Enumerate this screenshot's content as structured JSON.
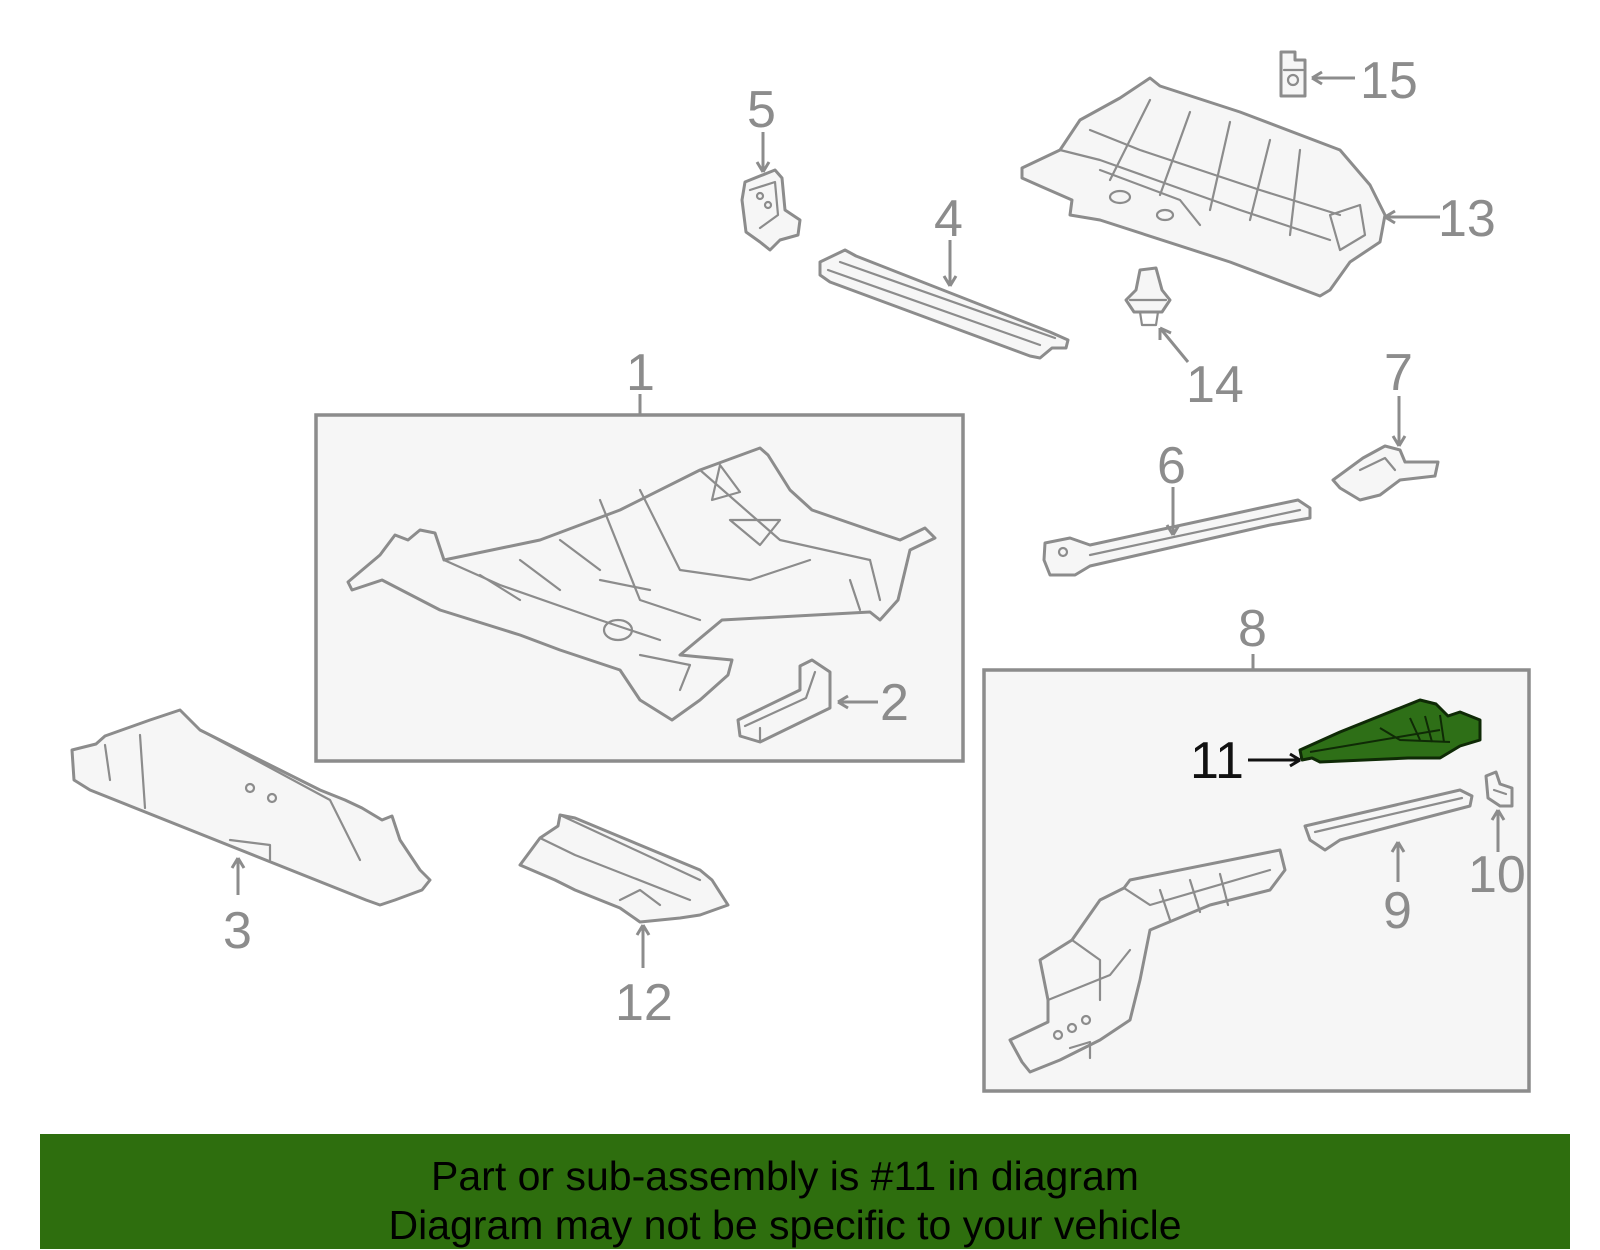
{
  "callouts": {
    "c1": "1",
    "c2": "2",
    "c3": "3",
    "c4": "4",
    "c5": "5",
    "c6": "6",
    "c7": "7",
    "c8": "8",
    "c9": "9",
    "c10": "10",
    "c11": "11",
    "c12": "12",
    "c13": "13",
    "c14": "14",
    "c15": "15"
  },
  "highlight": {
    "part": "11",
    "color": "#2e6f17"
  },
  "banner": {
    "line1": "Part or sub-assembly is #11 in diagram",
    "line2": "Diagram may not be specific to your vehicle",
    "color": "#2e6e0e"
  }
}
